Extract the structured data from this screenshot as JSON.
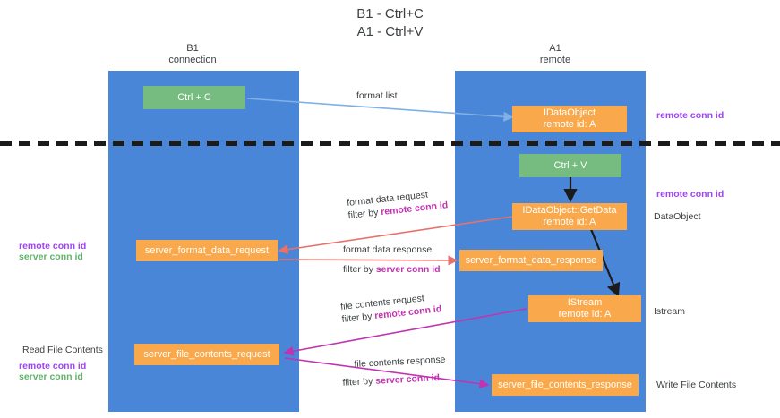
{
  "title": {
    "line1": "B1 - Ctrl+C",
    "line2": "A1 - Ctrl+V"
  },
  "columns": [
    {
      "name": "B1",
      "sub": "connection"
    },
    {
      "name": "A1",
      "sub": "remote"
    }
  ],
  "colors": {
    "lane": "#4a86d8",
    "box_green": "#76bb7f",
    "box_orange": "#f9a94c",
    "purple": "#a142f4",
    "green": "#5fb36a",
    "magenta": "#c034b0",
    "arrow_blue": "#7fb0e6",
    "arrow_red": "#e8726a",
    "arrow_magenta": "#c034b0",
    "arrow_black": "#1b1b1b"
  },
  "boxes": {
    "ctrl_c": {
      "line1": "Ctrl + C"
    },
    "idataobject": {
      "line1": "IDataObject",
      "line2": "remote id: A"
    },
    "ctrl_v": {
      "line1": "Ctrl + V"
    },
    "getdata": {
      "line1": "IDataObject::GetData",
      "line2": "remote id: A"
    },
    "server_format_data_request": {
      "line1": "server_format_data_request"
    },
    "server_format_data_response": {
      "line1": "server_format_data_response"
    },
    "istream": {
      "line1": "IStream",
      "line2": "remote id: A"
    },
    "server_file_contents_request": {
      "line1": "server_file_contents_request"
    },
    "server_file_contents_response": {
      "line1": "server_file_contents_response"
    }
  },
  "edge_labels": {
    "format_list": "format list",
    "format_data_request": "format data request",
    "format_data_request_filter_prefix": "filter by ",
    "format_data_request_filter_key": "remote conn id",
    "format_data_response": "format data response",
    "format_data_response_filter_prefix": "filter by ",
    "format_data_response_filter_key": "server conn id",
    "file_contents_request": "file contents request",
    "file_contents_request_filter_prefix": "filter by ",
    "file_contents_request_filter_key": "remote conn id",
    "file_contents_response": "file contents response",
    "file_contents_response_filter_prefix": "filter by ",
    "file_contents_response_filter_key": "server conn id"
  },
  "annotations": {
    "right_remote_conn_id_top": "remote conn id",
    "right_remote_conn_id_mid": "remote conn id",
    "right_dataobject": "DataObject",
    "right_istream": "Istream",
    "right_write_file_contents": "Write File Contents",
    "left_remote_conn_id_mid": "remote conn id",
    "left_server_conn_id_mid": "server conn id",
    "left_read_file_contents": "Read File Contents",
    "left_remote_conn_id_bot": "remote conn id",
    "left_server_conn_id_bot": "server conn id"
  }
}
